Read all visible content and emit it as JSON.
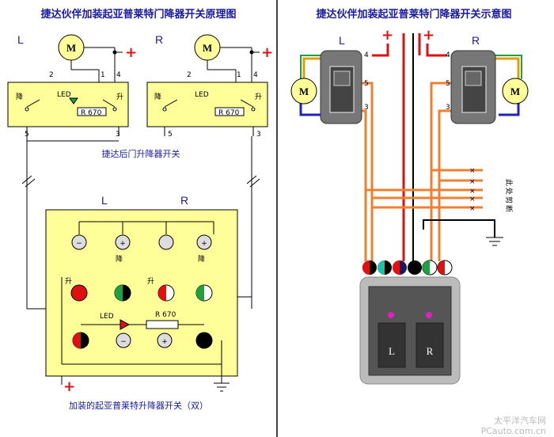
{
  "left_title": "捷达伙伴加装起亚普莱特门降器开关原理图",
  "right_title": "捷达伙伴加装起亚普莱特门降器开关示意图",
  "schematic": {
    "label_L": "L",
    "label_R": "R",
    "motor": "M",
    "plus": "+",
    "pin_1": "1",
    "pin_2": "2",
    "pin_3": "3",
    "pin_4": "4",
    "pin_5": "5",
    "down": "降",
    "up": "升",
    "led": "LED",
    "resistor": "R 670",
    "original_caption": "捷达后门升降器开关",
    "panel_L": "L",
    "panel_R": "R",
    "panel_led": "LED",
    "panel_resistor": "R 670",
    "bottom_plus": "+",
    "bottom_caption": "加装的起亚普莱特升降器开关（双）"
  },
  "wiring": {
    "label_L": "L",
    "label_R": "R",
    "motor": "M",
    "plus": "+",
    "pin_3": "3",
    "pin_4": "4",
    "pin_5": "5",
    "side_note": "此处剪断",
    "switch_L": "L",
    "switch_R": "R"
  },
  "watermark": {
    "line1": "太平洋汽车网",
    "line2": "PCauto.com.cn"
  }
}
